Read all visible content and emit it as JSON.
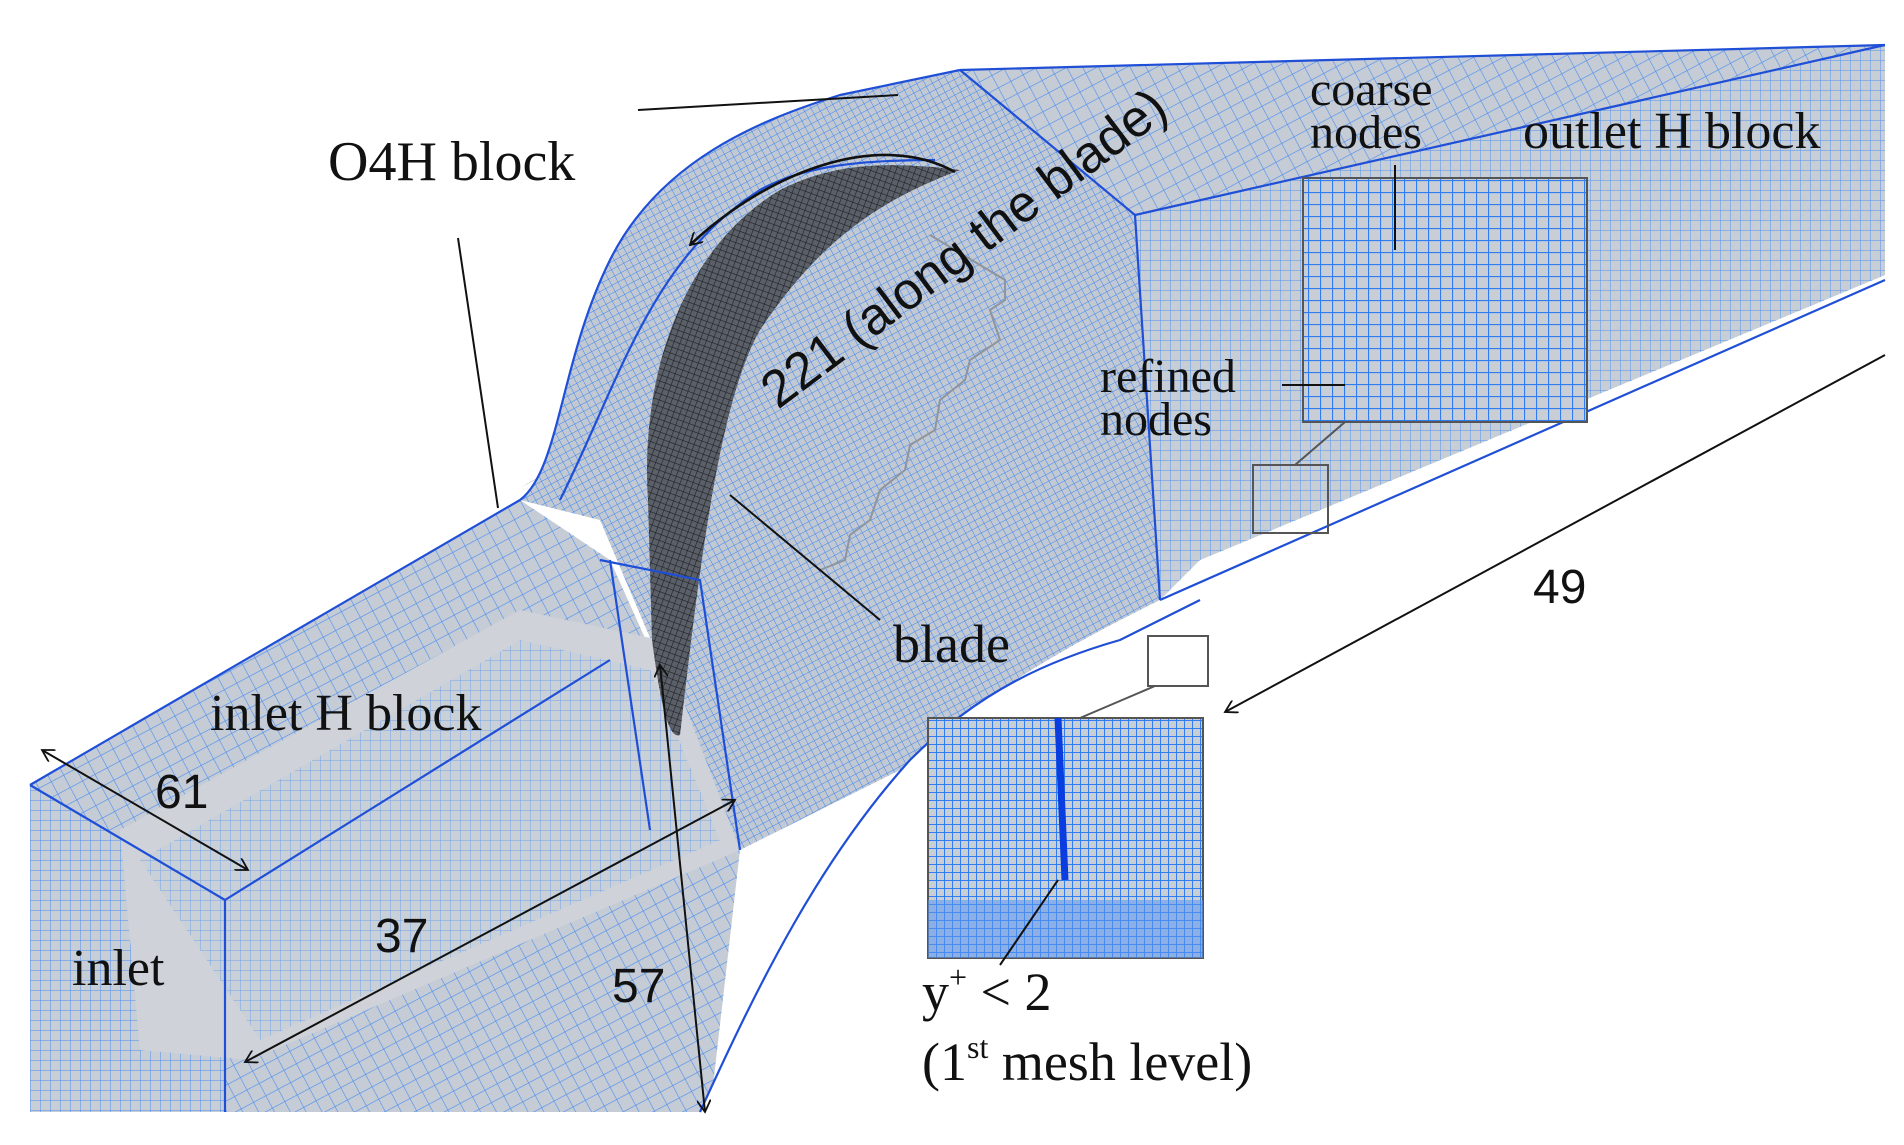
{
  "labels": {
    "o4h_block": "O4H block",
    "along_blade": "221 (along the blade)",
    "coarse_nodes_line1": "coarse",
    "coarse_nodes_line2": "nodes",
    "outlet_h_block": "outlet H block",
    "refined_nodes_line1": "refined",
    "refined_nodes_line2": "nodes",
    "blade": "blade",
    "inlet_h_block": "inlet H block",
    "inlet": "inlet",
    "yplus_base": "y",
    "yplus_sup": "+",
    "yplus_rest": " < 2",
    "mesh_level_open": "(1",
    "mesh_level_sup": "st",
    "mesh_level_rest": " mesh level)"
  },
  "dimensions": {
    "width_61": "61",
    "length_37": "37",
    "height_57": "57",
    "outlet_49": "49"
  },
  "colors": {
    "mesh_face": "#c6ccd5",
    "mesh_line": "#4a8ef0",
    "block_edge": "#1f4fd6",
    "blade_dark": "#3a3f46",
    "annotation": "#111111"
  }
}
